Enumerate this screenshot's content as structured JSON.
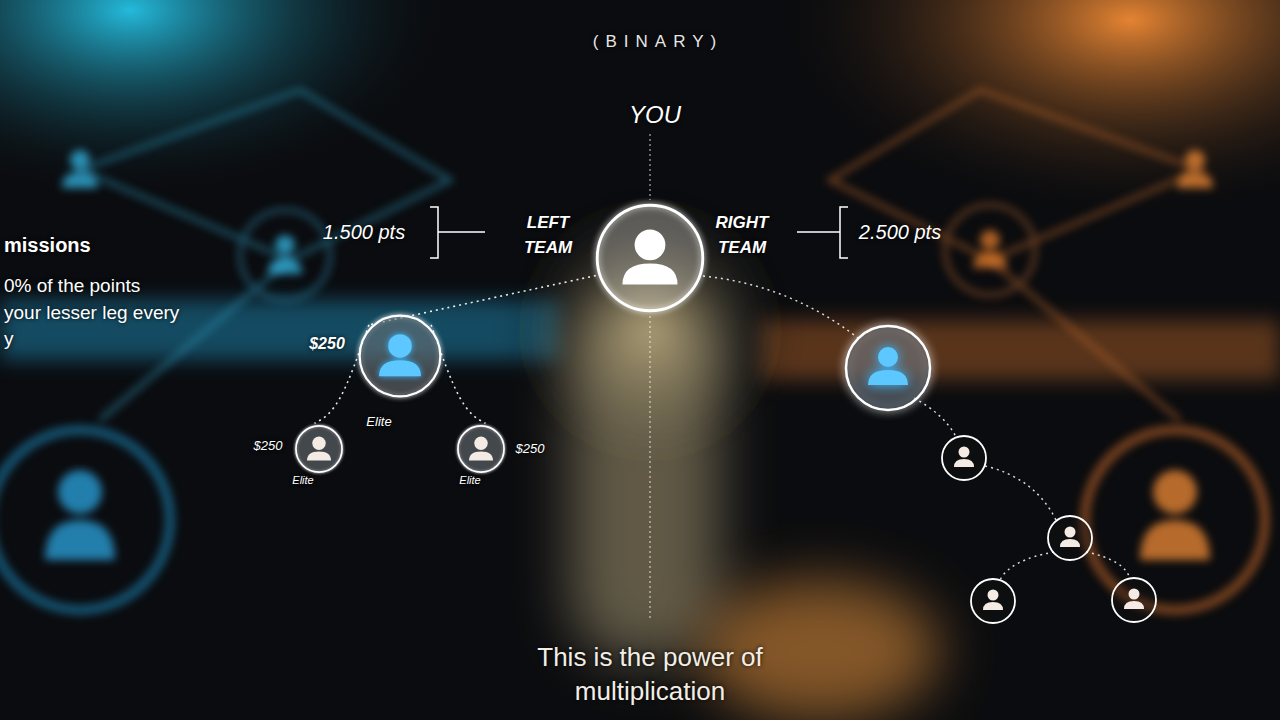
{
  "diagram": {
    "title": "(BINARY)",
    "caption": "This is the power of multiplication",
    "nodes": [
      {
        "text": [
          "YOU"
        ]
      },
      {
        "text": [
          "$250",
          "Elite"
        ]
      },
      {
        "text": [
          "$250",
          "Elite"
        ]
      },
      {
        "text": [
          "$250",
          "Elite"
        ]
      }
    ],
    "edges": [
      {
        "from": 0,
        "to": 1,
        "arrow": "none"
      },
      {
        "from": 1,
        "to": 2,
        "arrow": "none"
      },
      {
        "from": 1,
        "to": 3,
        "arrow": "none"
      }
    ],
    "labels": [
      "LEFT TEAM",
      "RIGHT TEAM",
      "1.500 pts",
      "2.500 pts",
      "missions",
      "0% of the points",
      "your lesser leg every",
      "y"
    ]
  }
}
